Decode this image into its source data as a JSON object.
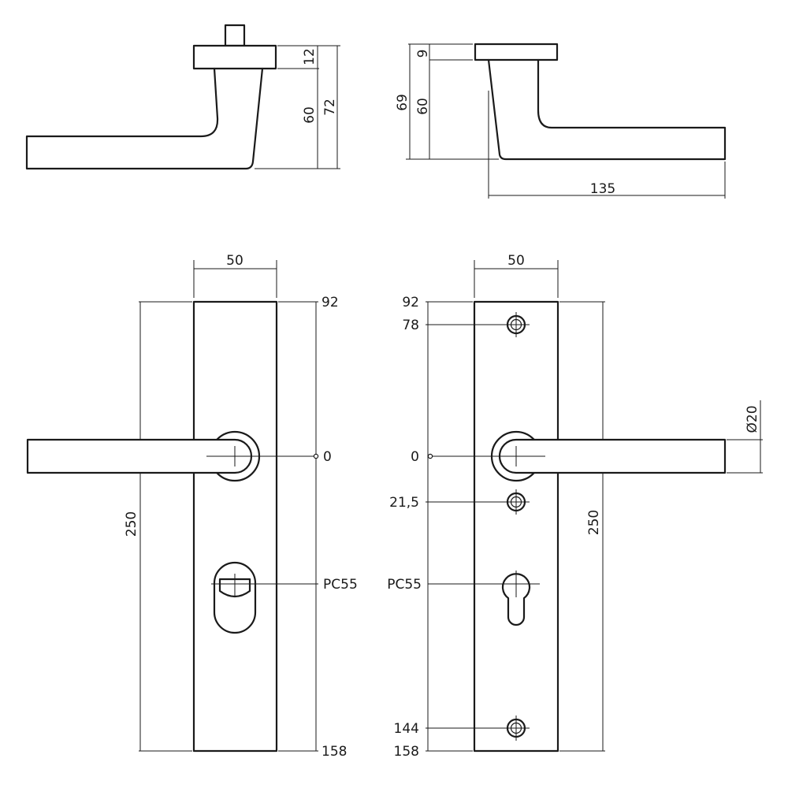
{
  "side_view_left": {
    "rose_height": "12",
    "neck_height": "60",
    "total_height": "72"
  },
  "side_view_right": {
    "rose_height": "9",
    "neck_height": "60",
    "total_height": "69",
    "projection": "135"
  },
  "front_view_left": {
    "plate_width": "50",
    "plate_height": "250",
    "top_ref": "92",
    "handle_axis": "0",
    "cylinder": "PC55",
    "bottom_ref": "158"
  },
  "front_view_right": {
    "plate_width": "50",
    "plate_height": "250",
    "top_ref": "92",
    "screw_top": "78",
    "handle_axis": "0",
    "screw_mid": "21,5",
    "cylinder": "PC55",
    "screw_bottom": "144",
    "bottom_ref": "158",
    "handle_diameter": "Ø20"
  }
}
